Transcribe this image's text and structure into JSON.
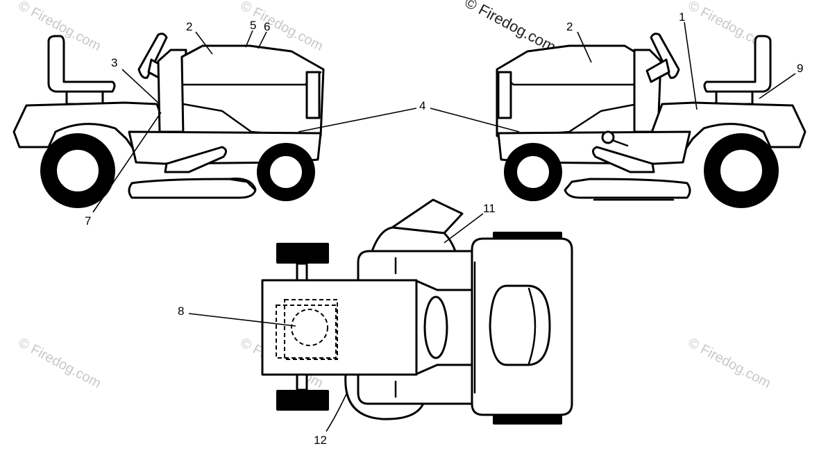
{
  "copyright": "© Firedog.com",
  "watermark": "© Firedog.com",
  "callouts": {
    "c1": "1",
    "c2a": "2",
    "c2b": "2",
    "c3": "3",
    "c4": "4",
    "c5": "5",
    "c6": "6",
    "c7": "7",
    "c8": "8",
    "c9": "9",
    "c11": "11",
    "c12": "12"
  }
}
